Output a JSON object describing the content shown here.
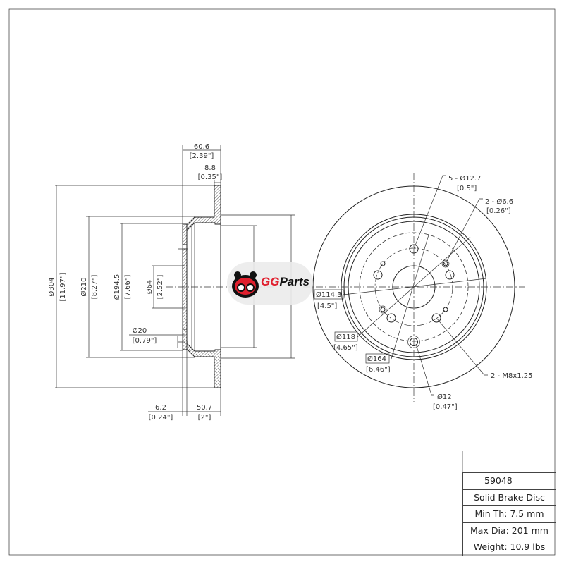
{
  "side_view": {
    "dim_overall_width": {
      "mm": "60.6",
      "in": "[2.39\"]"
    },
    "dim_thickness": {
      "mm": "8.8",
      "in": "[0.35\"]"
    },
    "dim_outer_dia": {
      "mm": "Ø304",
      "in": "[11.97\"]"
    },
    "dim_hat_dia": {
      "mm": "Ø210",
      "in": "[8.27\"]"
    },
    "dim_hat_inner_dia": {
      "mm": "Ø194.5",
      "in": "[7.66\"]"
    },
    "dim_center_bore": {
      "mm": "Ø64",
      "in": "[2.52\"]"
    },
    "dim_hole": {
      "mm": "Ø20",
      "in": "[0.79\"]"
    },
    "dim_face_thickness": {
      "mm": "6.2",
      "in": "[0.24\"]"
    },
    "dim_hat_height": {
      "mm": "50.7",
      "in": "[2\"]"
    }
  },
  "front_view": {
    "lug_holes": {
      "mm": "5 - Ø12.7",
      "in": "[0.5\"]"
    },
    "small_holes": {
      "mm": "2 - Ø6.6",
      "in": "[0.26\"]"
    },
    "bolt_circle": {
      "mm": "Ø114.3",
      "in": "[4.5\"]"
    },
    "circle_118": {
      "mm": "Ø118",
      "in": "[4.65\"]"
    },
    "circle_164": {
      "mm": "Ø164",
      "in": "[6.46\"]"
    },
    "threaded_holes": {
      "mm": "2 - M8x1.25"
    },
    "locator_hole": {
      "mm": "Ø12",
      "in": "[0.47\"]"
    }
  },
  "logo": {
    "text_a": "GG",
    "text_b": "Parts",
    "color": "#e0202e"
  },
  "spec_table": {
    "part_number": "59048",
    "type": "Solid Brake Disc",
    "min_thickness": "Min Th: 7.5 mm",
    "max_dia": "Max Dia: 201 mm",
    "weight": "Weight: 10.9 lbs"
  }
}
